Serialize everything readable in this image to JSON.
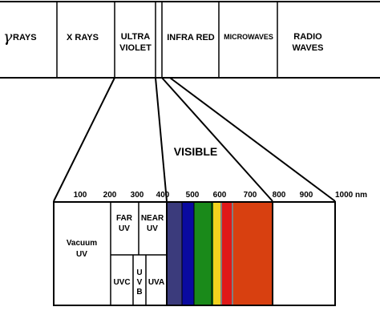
{
  "spectrum_bands": [
    {
      "id": "gamma",
      "symbol": "γ",
      "label": "RAYS"
    },
    {
      "id": "xray",
      "line1": "X RAYS",
      "line2": ""
    },
    {
      "id": "uv",
      "line1": "ULTRA",
      "line2": "VIOLET"
    },
    {
      "id": "ir",
      "line1": "INFRA RED",
      "line2": ""
    },
    {
      "id": "micro",
      "line1": "MICROWAVES",
      "line2": ""
    },
    {
      "id": "radio",
      "line1": "RADIO",
      "line2": "WAVES"
    }
  ],
  "visible_label": "VISIBLE",
  "wavelength_ticks": [
    "100",
    "200",
    "300",
    "400",
    "500",
    "600",
    "700",
    "800",
    "900",
    "1000 nm"
  ],
  "uv_regions": {
    "vacuum": {
      "line1": "Vacuum",
      "line2": "UV"
    },
    "far": {
      "line1": "FAR",
      "line2": "UV"
    },
    "near": {
      "line1": "NEAR",
      "line2": "UV"
    },
    "uvc": "UVC",
    "uvb": [
      "U",
      "V",
      "B"
    ],
    "uva": "UVA"
  },
  "visible_colors": [
    {
      "name": "violet",
      "color": "#3b3b7c"
    },
    {
      "name": "blue",
      "color": "#0a0aa0"
    },
    {
      "name": "green",
      "color": "#1a8a1a"
    },
    {
      "name": "dark-green",
      "color": "#146414"
    },
    {
      "name": "yellow",
      "color": "#f2d21e"
    },
    {
      "name": "red",
      "color": "#e01818"
    },
    {
      "name": "orange",
      "color": "#d84010"
    }
  ]
}
